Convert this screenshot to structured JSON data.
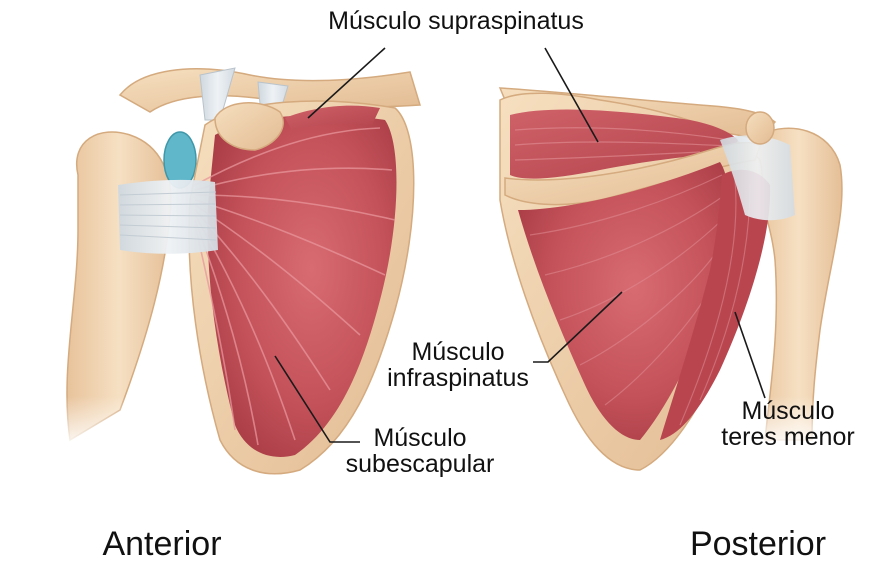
{
  "labels": {
    "supraspinatus": "Músculo supraspinatus",
    "subescapular": [
      "Músculo",
      "subescapular"
    ],
    "infraspinatus": [
      "Músculo",
      "infraspinatus"
    ],
    "teres_menor": [
      "Músculo",
      "teres menor"
    ]
  },
  "views": {
    "anterior": "Anterior",
    "posterior": "Posterior"
  },
  "colors": {
    "bone": "#f1d3ad",
    "bone_shade": "#deb78c",
    "muscle": "#c4525a",
    "muscle_light": "#dc8a8f",
    "ligament": "#dfe6ec",
    "cartilage": "#5fb7c9"
  }
}
